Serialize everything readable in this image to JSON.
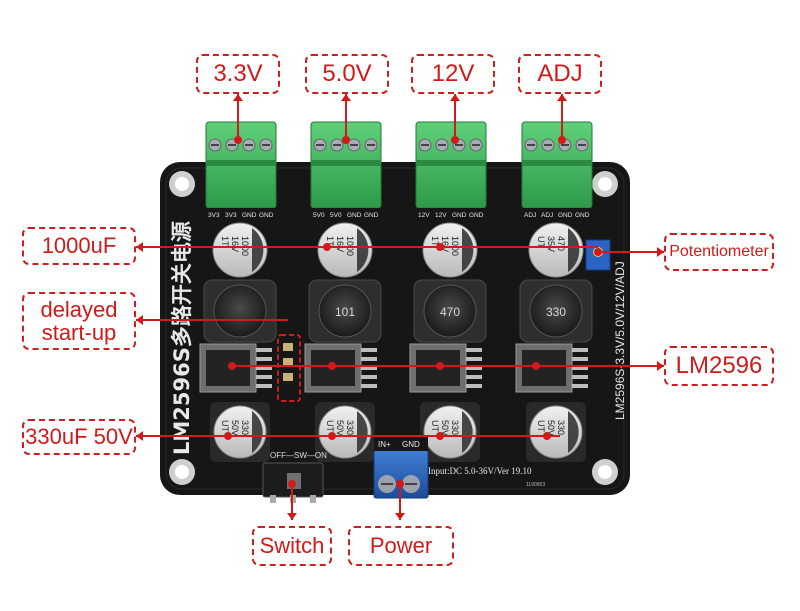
{
  "labels": {
    "v33": "3.3V",
    "v50": "5.0V",
    "v12": "12V",
    "adj": "ADJ",
    "cap_1000": "1000uF",
    "potentiometer": "Potentiometer",
    "delayed_1": "delayed",
    "delayed_2": "start-up",
    "lm2596": "LM2596",
    "cap_330": "330uF 50V",
    "switch": "Switch",
    "power": "Power"
  },
  "board": {
    "title_cn": "LM2596S多路开关电源",
    "side_text": "LM2596S-3.3V/5.0V/12V/ADJ",
    "input_text": "Input:DC 5.0-36V/Ver 19.10",
    "serial": "1190953",
    "switch_silk": "OFF—SW—ON",
    "terminal_pins": [
      [
        "3V3",
        "3V3",
        "GND",
        "GND"
      ],
      [
        "5V0",
        "5V0",
        "GND",
        "GND"
      ],
      [
        "12V",
        "12V",
        "GND",
        "GND"
      ],
      [
        "ADJ",
        "ADJ",
        "GND",
        "GND"
      ]
    ],
    "power_pins": [
      "IN+",
      "GND"
    ],
    "inductor_marks": [
      "",
      "101",
      "470",
      "330"
    ],
    "big_cap_marks": [
      [
        "1000",
        "16V",
        "1T"
      ],
      [
        "1000",
        "16V",
        "1T"
      ],
      [
        "1000",
        "16V",
        "1T"
      ],
      [
        "470",
        "35V",
        "UT"
      ]
    ],
    "small_cap_marks": [
      [
        "330",
        "50V",
        "UT"
      ],
      [
        "330",
        "50V",
        "UT"
      ],
      [
        "330",
        "50V",
        "UT"
      ],
      [
        "330",
        "50V",
        "UT"
      ]
    ]
  },
  "colors": {
    "annotation": "#cc1f1f",
    "pcb": "#151515",
    "terminal": "#3cb35a",
    "power_terminal": "#2a63b8"
  }
}
